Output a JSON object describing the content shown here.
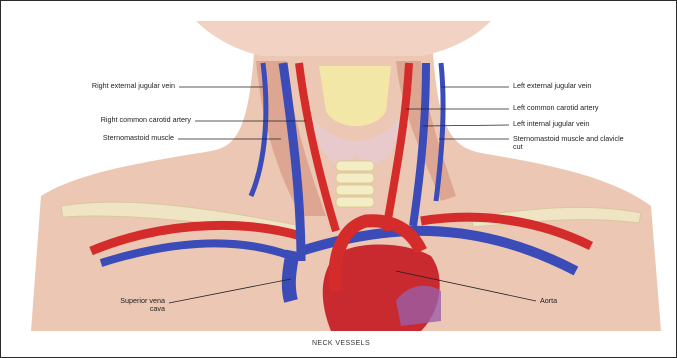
{
  "figure": {
    "caption": "NECK VESSELS"
  },
  "labels": {
    "right_external_jugular_vein": "Right external jugular vein",
    "right_common_carotid_artery": "Right common carotid artery",
    "sternomastoid_muscle": "Sternomastoid muscle",
    "superior_vena_cava": "Superior vena cava",
    "left_external_jugular_vein": "Left external jugular vein",
    "left_common_carotid_artery": "Left common carotid artery",
    "left_internal_jugular_vein": "Left internal jugular vein",
    "sternomastoid_muscle_and_clavicle_cut": "Sternomastoid muscle and clavicle cut",
    "aorta": "Aorta"
  },
  "colors": {
    "skin": "#e9c2ad",
    "skin_shadow": "#d9a48d",
    "background_wall": "#f1dccf",
    "artery_red": "#d42b2b",
    "vein_blue": "#3b4cb8",
    "thyroid": "#e6c9c9",
    "thyroid_cartilage": "#f3e7a8",
    "clavicle": "#efe4c4",
    "heart_red": "#c92a2f",
    "label_line": "#222222"
  }
}
